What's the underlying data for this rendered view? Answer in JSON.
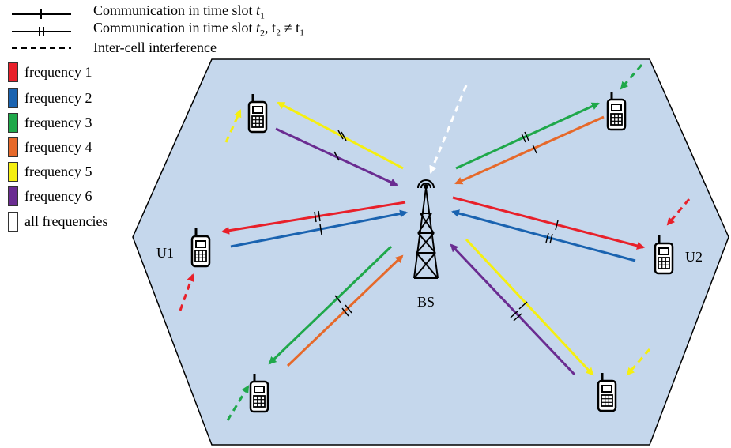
{
  "legend": {
    "line_items": [
      {
        "id": "slot1",
        "text": "Communication in time slot ",
        "sym": "t",
        "sub": "1",
        "extra": ""
      },
      {
        "id": "slot2",
        "text": "Communication in time slot ",
        "sym": "t",
        "sub": "2",
        "extra": ", t₂ ≠ t₁"
      },
      {
        "id": "interference",
        "text": "Inter-cell interference",
        "sym": "",
        "sub": "",
        "extra": ""
      }
    ],
    "frequencies": [
      {
        "label": "frequency 1",
        "color": "#e8202a"
      },
      {
        "label": "frequency 2",
        "color": "#1a63b0"
      },
      {
        "label": "frequency 3",
        "color": "#1fa84a"
      },
      {
        "label": "frequency 4",
        "color": "#e6692a"
      },
      {
        "label": "frequency 5",
        "color": "#f5ef10"
      },
      {
        "label": "frequency 6",
        "color": "#6a2c91"
      },
      {
        "label": "all frequencies",
        "color": "#ffffff"
      }
    ]
  },
  "diagram": {
    "cell_fill": "#c5d7ec",
    "bs_label": "BS",
    "u1_label": "U1",
    "u2_label": "U2"
  }
}
